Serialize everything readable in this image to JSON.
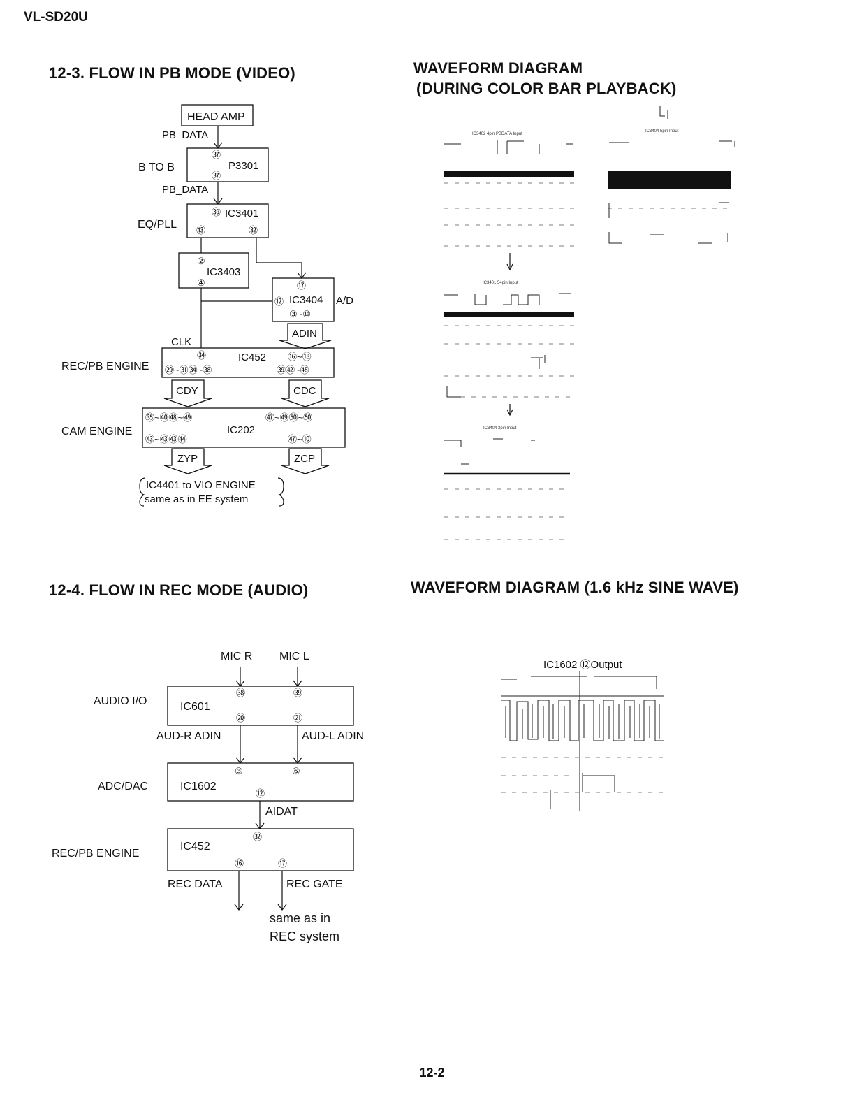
{
  "header": {
    "model": "VL-SD20U"
  },
  "section_pb": {
    "title": "12-3. FLOW IN PB MODE (VIDEO)",
    "blocks": {
      "head_amp": "HEAD AMP",
      "pb_data_1": "PB_DATA",
      "b_to_b": "B TO B",
      "p3301": "P3301",
      "pin_37a": "㊲",
      "pin_37b": "㊲",
      "pb_data_2": "PB_DATA",
      "eq_pll": "EQ/PLL",
      "ic3401": "IC3401",
      "pin_39": "㊴",
      "pin_13": "⑬",
      "pin_32": "㉜",
      "ic3403": "IC3403",
      "pin_2": "②",
      "pin_4": "④",
      "ic3404": "IC3404",
      "pin_17": "⑰",
      "pin_12": "⑫",
      "pins_3_10": "③~⑩",
      "ad": "A/D",
      "adin": "ADIN",
      "clk": "CLK",
      "recpb_engine": "REC/PB ENGINE",
      "ic452": "IC452",
      "ic452_pins_top_left": "㉞",
      "ic452_pins_top_right": "⑯~⑱",
      "ic452_pins_bottom_left": "㉙~㉛㉞~㊳",
      "ic452_pins_bottom_right": "㊴㊷~㊽",
      "cdy": "CDY",
      "cdc": "CDC",
      "cam_engine": "CAM ENGINE",
      "ic202": "IC202",
      "ic202_pins_top_left": "㉟~㊵㊽~㊾",
      "ic202_pins_top_right": "㊼~㊾㊿~㊿",
      "ic202_pins_bottom_left": "㊸~㊸㊸㊹",
      "ic202_pins_bottom_right": "㊼~⑩",
      "zyp": "ZYP",
      "zcp": "ZCP",
      "note_line1": "IC4401 to VIO ENGINE",
      "note_line2": "same as in EE system"
    }
  },
  "waveform_pb": {
    "title_line1": "WAVEFORM DIAGRAM",
    "title_line2": "(DURING COLOR BAR PLAYBACK)",
    "captions": {
      "wf1": "IC3402 4pin PBDATA Input",
      "wf2": "IC3404 5pin Input",
      "wf3": "IC3401 54pin Input",
      "wf4": "IC3404 3pin Input"
    }
  },
  "section_rec": {
    "title": "12-4. FLOW IN REC MODE (AUDIO)",
    "blocks": {
      "mic_r": "MIC R",
      "mic_l": "MIC L",
      "audio_io": "AUDIO I/O",
      "ic601": "IC601",
      "pin_38": "㊳",
      "pin_39": "㊴",
      "pin_20": "⑳",
      "pin_21": "㉑",
      "aud_r_adin": "AUD-R ADIN",
      "aud_l_adin": "AUD-L ADIN",
      "adc_dac": "ADC/DAC",
      "ic1602": "IC1602",
      "pin_3": "③",
      "pin_6": "⑥",
      "pin_12": "⑫",
      "aidat": "AIDAT",
      "recpb_engine": "REC/PB ENGINE",
      "ic452": "IC452",
      "pin_32": "㉜",
      "pin_116": "⑯",
      "pin_117": "⑰",
      "rec_data": "REC DATA",
      "rec_gate": "REC GATE",
      "note_line1": "same as in",
      "note_line2": "REC system"
    }
  },
  "waveform_rec": {
    "title": "WAVEFORM DIAGRAM (1.6 kHz SINE WAVE)",
    "caption": "IC1602 ⑫Output"
  },
  "footer": {
    "page_number": "12-2"
  }
}
